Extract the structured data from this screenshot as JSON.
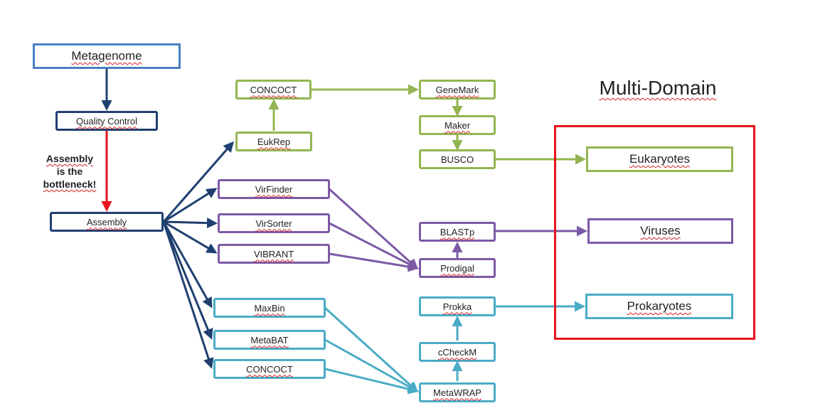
{
  "nodes": {
    "metagenome": "Metagenome",
    "quality_control": "Quality Control",
    "assembly": "Assembly",
    "eukrep": "EukRep",
    "concoct_euk": "CONCOCT",
    "genemark": "GeneMark",
    "maker": "Maker",
    "busco": "BUSCO",
    "virfinder": "VirFinder",
    "virsorter": "VirSorter",
    "vibrant": "VIBRANT",
    "prodigal": "Prodigal",
    "blastp": "BLASTp",
    "maxbin": "MaxBin",
    "metabat": "MetaBAT",
    "concoct_prok": "CONCOCT",
    "metawrap": "MetaWRAP",
    "checkm": "cCheckM",
    "prokka": "Prokka"
  },
  "multi_domain": {
    "title": "Multi-Domain",
    "eukaryotes": "Eukaryotes",
    "viruses": "Viruses",
    "prokaryotes": "Prokaryotes"
  },
  "bottleneck_note": {
    "line1": "Assembly",
    "line2": "is the",
    "line3": "bottleneck!"
  },
  "colors": {
    "navy": "#1f3f70",
    "blue": "#4a7fc1",
    "green": "#93b551",
    "purple": "#7d5aa5",
    "teal": "#4aacc6",
    "red": "#e8141c"
  }
}
